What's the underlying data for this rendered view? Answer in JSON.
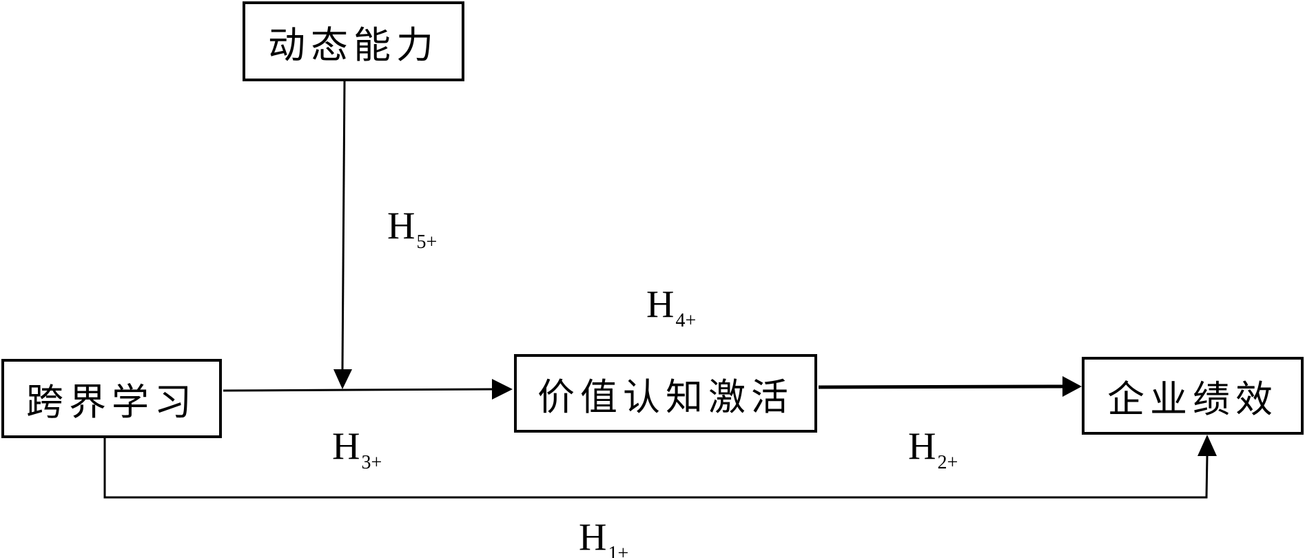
{
  "nodes": {
    "dynamic_capability": "动态能力",
    "cross_boundary_learning": "跨界学习",
    "value_cognition_activation": "价值认知激活",
    "firm_performance": "企业绩效"
  },
  "hypotheses": {
    "h1": {
      "letter": "H",
      "sub": "1+"
    },
    "h2": {
      "letter": "H",
      "sub": "2+"
    },
    "h3": {
      "letter": "H",
      "sub": "3+"
    },
    "h4": {
      "letter": "H",
      "sub": "4+"
    },
    "h5": {
      "letter": "H",
      "sub": "5+"
    }
  },
  "colors": {
    "stroke": "#000000",
    "background": "#ffffff"
  }
}
